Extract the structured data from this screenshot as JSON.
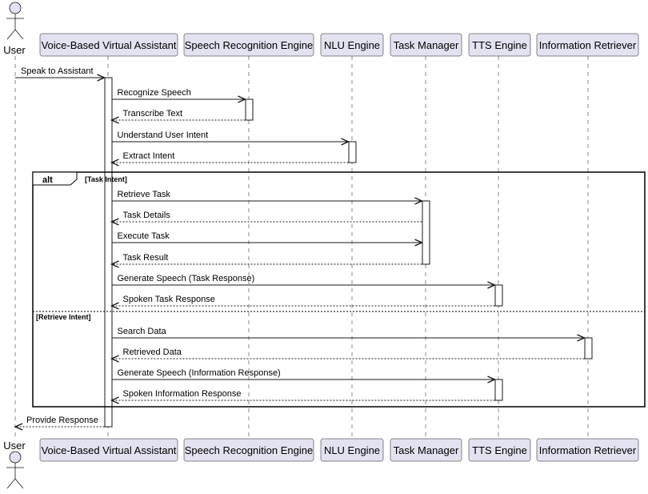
{
  "actor": {
    "name": "User",
    "icon": "stick-figure-icon"
  },
  "participants": [
    {
      "id": "vva",
      "name": "Voice-Based Virtual Assistant"
    },
    {
      "id": "sre",
      "name": "Speech Recognition Engine"
    },
    {
      "id": "nlu",
      "name": "NLU Engine"
    },
    {
      "id": "tm",
      "name": "Task Manager"
    },
    {
      "id": "tts",
      "name": "TTS Engine"
    },
    {
      "id": "ir",
      "name": "Information Retriever"
    }
  ],
  "messages": [
    {
      "from": "user",
      "to": "vva",
      "label": "Speak to Assistant",
      "type": "sync"
    },
    {
      "from": "vva",
      "to": "sre",
      "label": "Recognize Speech",
      "type": "sync"
    },
    {
      "from": "sre",
      "to": "vva",
      "label": "Transcribe Text",
      "type": "reply"
    },
    {
      "from": "vva",
      "to": "nlu",
      "label": "Understand User Intent",
      "type": "sync"
    },
    {
      "from": "nlu",
      "to": "vva",
      "label": "Extract Intent",
      "type": "reply"
    },
    {
      "from": "vva",
      "to": "tm",
      "label": "Retrieve Task",
      "type": "sync"
    },
    {
      "from": "tm",
      "to": "vva",
      "label": "Task Details",
      "type": "reply"
    },
    {
      "from": "vva",
      "to": "tm",
      "label": "Execute Task",
      "type": "sync"
    },
    {
      "from": "tm",
      "to": "vva",
      "label": "Task Result",
      "type": "reply"
    },
    {
      "from": "vva",
      "to": "tts",
      "label": "Generate Speech (Task Response)",
      "type": "sync"
    },
    {
      "from": "tts",
      "to": "vva",
      "label": "Spoken Task Response",
      "type": "reply"
    },
    {
      "from": "vva",
      "to": "ir",
      "label": "Search Data",
      "type": "sync"
    },
    {
      "from": "ir",
      "to": "vva",
      "label": "Retrieved Data",
      "type": "reply"
    },
    {
      "from": "vva",
      "to": "tts",
      "label": "Generate Speech (Information Response)",
      "type": "sync"
    },
    {
      "from": "tts",
      "to": "vva",
      "label": "Spoken Information Response",
      "type": "reply"
    },
    {
      "from": "vva",
      "to": "user",
      "label": "Provide Response",
      "type": "reply"
    }
  ],
  "fragment": {
    "keyword": "alt",
    "guards": [
      "[Task Intent]",
      "[Retrieve Intent]"
    ]
  }
}
